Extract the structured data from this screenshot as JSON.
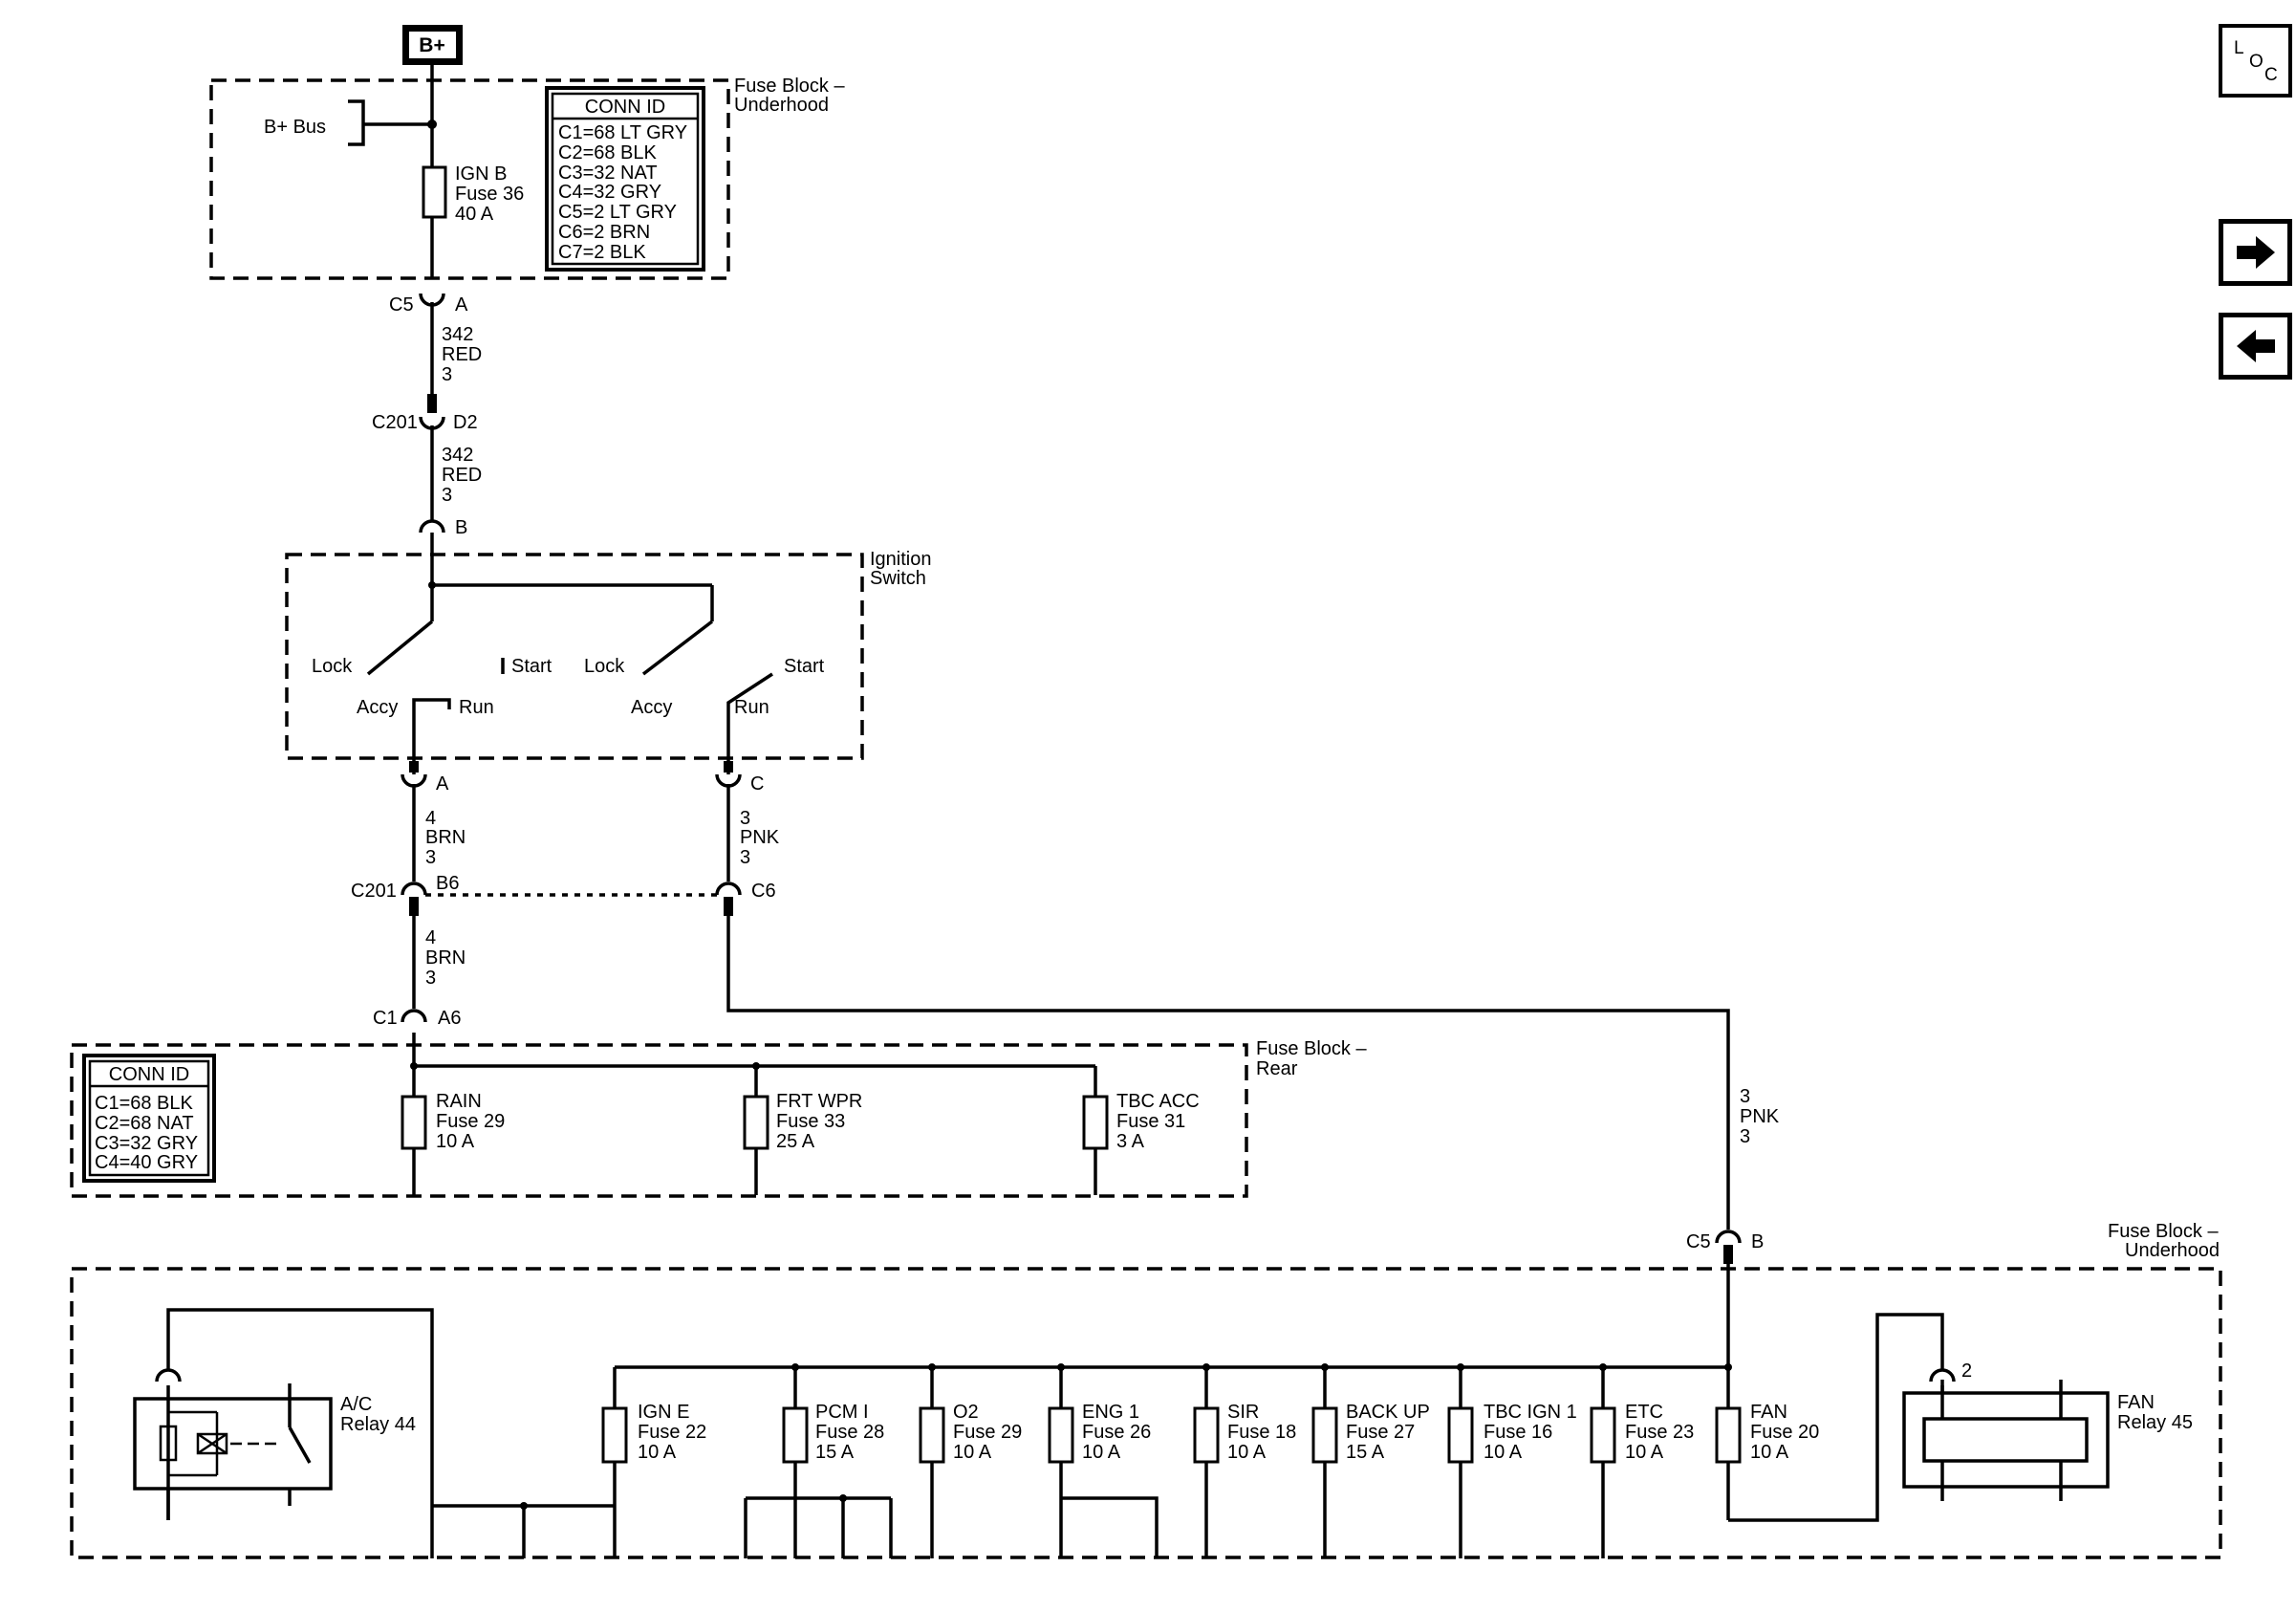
{
  "power_source": "B+",
  "bplus_bus": "B+ Bus",
  "loc_icon": {
    "icon": "loc-icon",
    "l": "L",
    "o": "O",
    "c": "C"
  },
  "nav": {
    "forward_icon": "arrow-right-icon",
    "back_icon": "arrow-left-icon"
  },
  "fuse_block_underhood_top": {
    "title_line1": "Fuse Block –",
    "title_line2": "Underhood",
    "fuse": {
      "name": "IGN B",
      "fuse": "Fuse 36",
      "amps": "40 A"
    },
    "conn_id": {
      "header": "CONN ID",
      "rows": [
        "C1=68 LT GRY",
        "C2=68 BLK",
        "C3=32 NAT",
        "C4=32 GRY",
        "C5=2 LT GRY",
        "C6=2 BRN",
        "C7=2 BLK"
      ]
    }
  },
  "connectors": {
    "c5_a": {
      "conn": "C5",
      "pin": "A"
    },
    "c201_d2": {
      "conn": "C201",
      "pin": "D2"
    },
    "sw_b": {
      "pin": "B"
    },
    "sw_a": {
      "pin": "A"
    },
    "sw_c": {
      "pin": "C"
    },
    "c201_b6": {
      "conn": "C201",
      "pin": "B6"
    },
    "c201_c6": {
      "pin": "C6"
    },
    "c1_a6": {
      "conn": "C1",
      "pin": "A6"
    },
    "c5_b": {
      "conn": "C5",
      "pin": "B"
    },
    "relay_pin_2": "2"
  },
  "wires": {
    "w1": [
      "342",
      "RED",
      "3"
    ],
    "w2": [
      "342",
      "RED",
      "3"
    ],
    "w3": [
      "4",
      "BRN",
      "3"
    ],
    "w4": [
      "3",
      "PNK",
      "3"
    ],
    "w5": [
      "4",
      "BRN",
      "3"
    ],
    "w6": [
      "3",
      "PNK",
      "3"
    ]
  },
  "ignition_switch": {
    "title_line1": "Ignition",
    "title_line2": "Switch",
    "left": {
      "lock": "Lock",
      "start": "Start",
      "accy": "Accy",
      "run": "Run"
    },
    "right": {
      "lock": "Lock",
      "start": "Start",
      "accy": "Accy",
      "run": "Run"
    }
  },
  "fuse_block_rear": {
    "title_line1": "Fuse Block –",
    "title_line2": "Rear",
    "conn_id": {
      "header": "CONN ID",
      "rows": [
        "C1=68 BLK",
        "C2=68 NAT",
        "C3=32 GRY",
        "C4=40 GRY"
      ]
    },
    "fuses": [
      {
        "name": "RAIN",
        "fuse": "Fuse 29",
        "amps": "10 A"
      },
      {
        "name": "FRT WPR",
        "fuse": "Fuse 33",
        "amps": "25 A"
      },
      {
        "name": "TBC ACC",
        "fuse": "Fuse 31",
        "amps": "3 A"
      }
    ]
  },
  "fuse_block_underhood_bottom": {
    "title_line1": "Fuse Block –",
    "title_line2": "Underhood",
    "ac_relay": {
      "name": "A/C",
      "relay": "Relay 44"
    },
    "fan_relay": {
      "name": "FAN",
      "relay": "Relay 45"
    },
    "fuses": [
      {
        "name": "IGN E",
        "fuse": "Fuse 22",
        "amps": "10 A"
      },
      {
        "name": "PCM I",
        "fuse": "Fuse 28",
        "amps": "15 A"
      },
      {
        "name": "O2",
        "fuse": "Fuse 29",
        "amps": "10 A"
      },
      {
        "name": "ENG 1",
        "fuse": "Fuse 26",
        "amps": "10 A"
      },
      {
        "name": "SIR",
        "fuse": "Fuse 18",
        "amps": "10 A"
      },
      {
        "name": "BACK UP",
        "fuse": "Fuse 27",
        "amps": "15 A"
      },
      {
        "name": "TBC IGN 1",
        "fuse": "Fuse 16",
        "amps": "10 A"
      },
      {
        "name": "ETC",
        "fuse": "Fuse 23",
        "amps": "10 A"
      },
      {
        "name": "FAN",
        "fuse": "Fuse 20",
        "amps": "10 A"
      }
    ]
  }
}
